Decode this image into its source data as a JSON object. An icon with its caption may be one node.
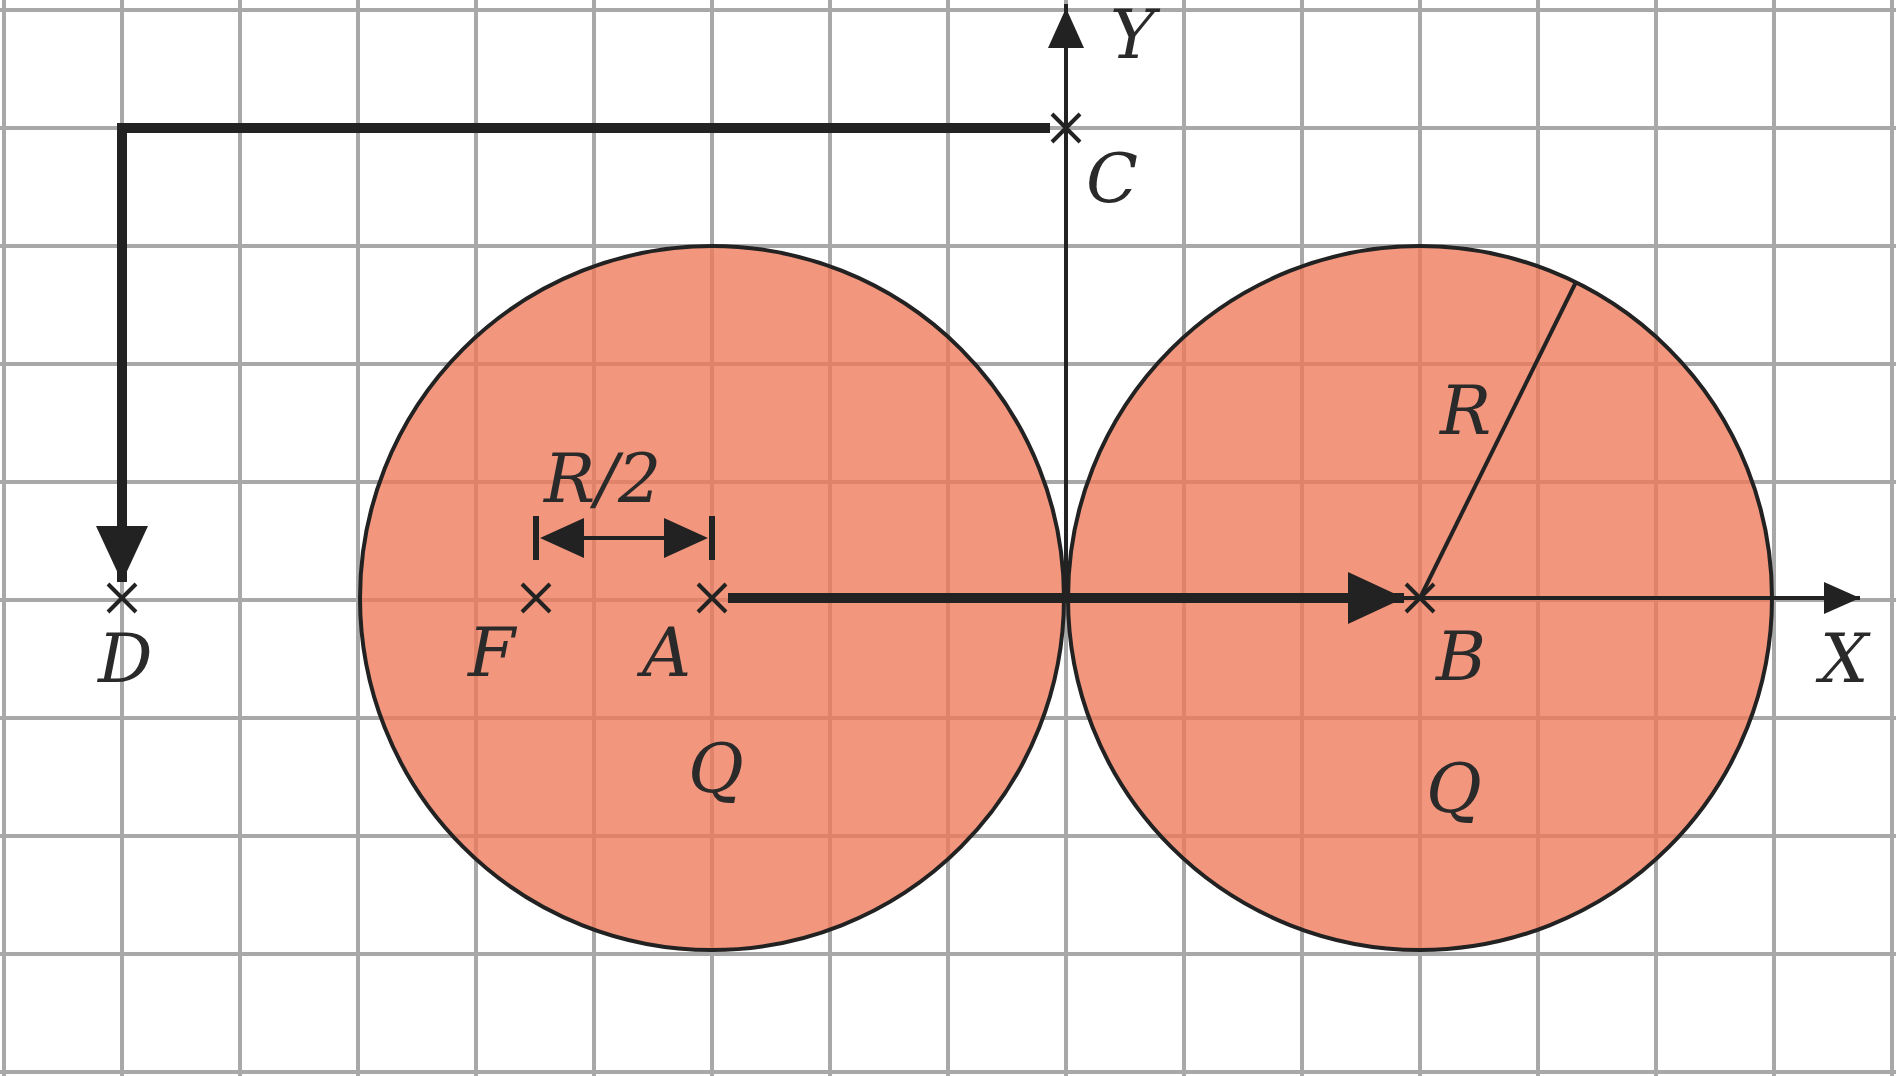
{
  "diagram": {
    "nodes": [
      {
        "text": [
          "Q"
        ]
      },
      {
        "text": [
          "Q"
        ]
      },
      {
        "text": [
          "F"
        ],
        "in": 0
      },
      {
        "text": [
          "A"
        ],
        "in": 0
      },
      {
        "text": [
          "B"
        ],
        "in": 1
      },
      {
        "text": [
          "C"
        ]
      },
      {
        "text": [
          "D"
        ]
      }
    ],
    "edges": [
      {
        "from": 5,
        "to": 6,
        "arrow": "to"
      },
      {
        "from": 3,
        "to": 4,
        "arrow": "to"
      }
    ],
    "labels": [
      "Y",
      "R/2",
      "R",
      "X"
    ]
  }
}
